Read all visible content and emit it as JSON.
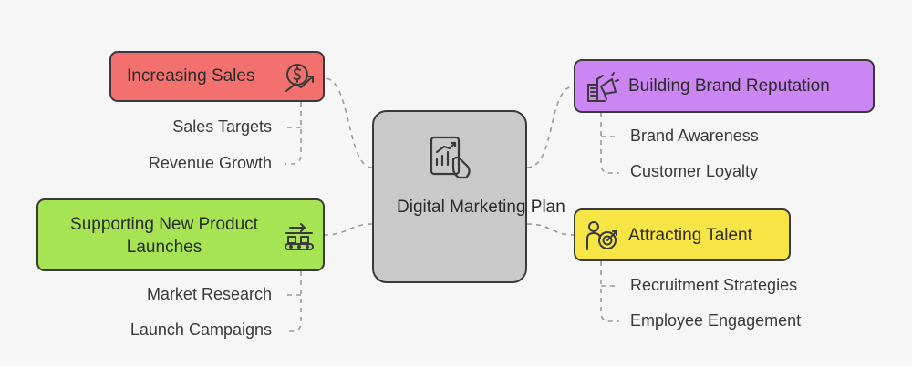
{
  "center": {
    "title": "Digital Marketing Plan"
  },
  "branches": {
    "sales": {
      "title": "Increasing Sales",
      "items": [
        "Sales Targets",
        "Revenue Growth"
      ],
      "color": "#f2706e"
    },
    "product": {
      "title": "Supporting New Product Launches",
      "items": [
        "Market Research",
        "Launch Campaigns"
      ],
      "color": "#a6e453"
    },
    "brand": {
      "title": "Building Brand Reputation",
      "items": [
        "Brand Awareness",
        "Customer Loyalty"
      ],
      "color": "#cb86f3"
    },
    "talent": {
      "title": "Attracting Talent",
      "items": [
        "Recruitment Strategies",
        "Employee Engagement"
      ],
      "color": "#f6e545"
    }
  },
  "icons": {
    "center": "tablet-chart-icon",
    "sales": "dollar-growth-icon",
    "product": "conveyor-boxes-icon",
    "brand": "megaphone-building-icon",
    "talent": "person-target-icon"
  }
}
